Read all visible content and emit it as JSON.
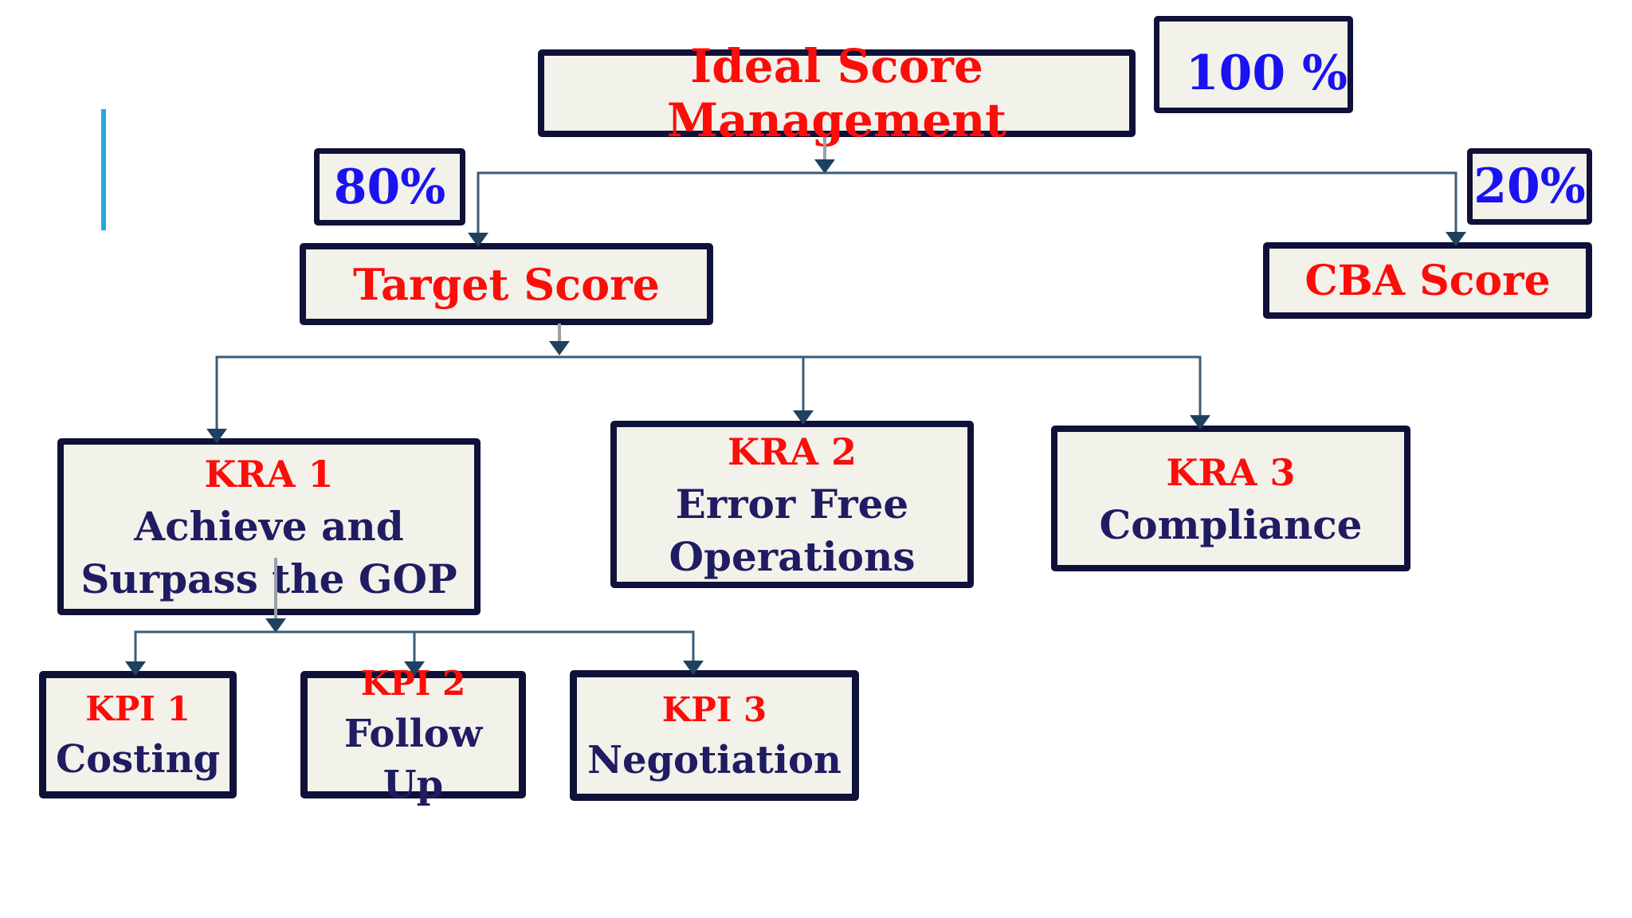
{
  "slide": {
    "root": {
      "label": "Ideal Score Management",
      "weight": "100 %"
    },
    "level1": {
      "target": {
        "label": "Target Score",
        "weight": "80%"
      },
      "cba": {
        "label": "CBA Score",
        "weight": "20%"
      }
    },
    "level2": {
      "kra1": {
        "title": "KRA 1",
        "line1": "Achieve and",
        "line2": "Surpass the GOP"
      },
      "kra2": {
        "title": "KRA 2",
        "line1": "Error Free",
        "line2": "Operations"
      },
      "kra3": {
        "title": "KRA 3",
        "line1": "Compliance"
      }
    },
    "level3": {
      "kpi1": {
        "title": "KPI 1",
        "line1": "Costing"
      },
      "kpi2": {
        "title": "KPI 2",
        "line1": "Follow Up"
      },
      "kpi3": {
        "title": "KPI 3",
        "line1": "Negotiation"
      }
    },
    "colors": {
      "background": "#ffffff",
      "box_fill": "#f2f1ea",
      "box_border": "#101139",
      "title_red": "#fb0e0a",
      "body_navy": "#201c62",
      "percent_blue": "#1a13f0",
      "connector": "#3a5c78",
      "stem_gray": "#97a1aa",
      "arrowhead": "#1f4160",
      "accent_bar": "#2aa6df"
    }
  }
}
